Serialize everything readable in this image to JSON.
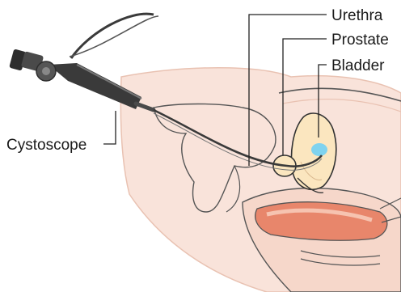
{
  "diagram": {
    "labels": {
      "urethra": "Urethra",
      "prostate": "Prostate",
      "bladder": "Bladder",
      "cystoscope": "Cystoscope"
    },
    "colors": {
      "body": "#f9e3da",
      "body_outline": "#e9c2b2",
      "organ_fill": "#fbe6bf",
      "organ_outline": "#333333",
      "rectum": "#e8866b",
      "bladder_fluid": "#7fd3ef",
      "instrument_dark": "#3a3a3a",
      "instrument_mid": "#6a6a6a",
      "leader_line": "#222222"
    }
  }
}
